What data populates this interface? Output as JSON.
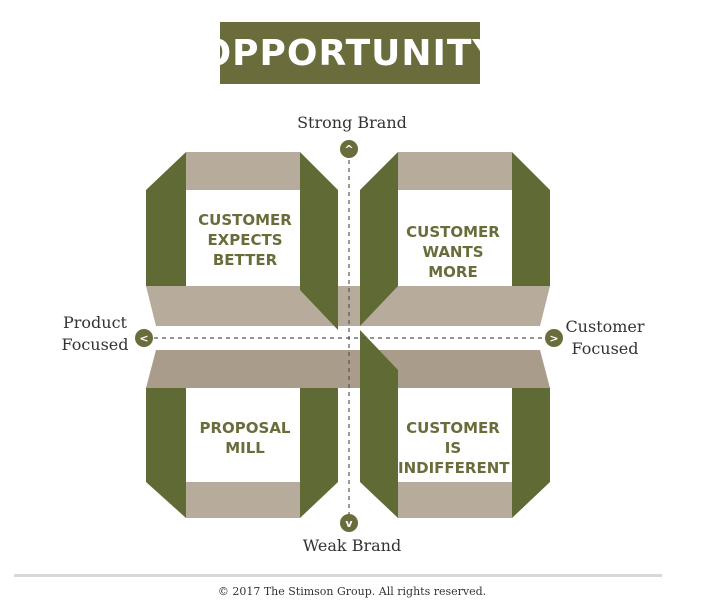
{
  "title": "OPPORTUNITY",
  "axes": {
    "top": "Strong Brand",
    "bottom": "Weak Brand",
    "left": [
      "Product",
      "Focused"
    ],
    "right": [
      "Customer",
      "Focused"
    ]
  },
  "quadrants": {
    "top_left": [
      "CUSTOMER",
      "EXPECTS",
      "BETTER"
    ],
    "top_right": [
      "CUSTOMER",
      "WANTS MORE"
    ],
    "bottom_left": [
      "PROPOSAL",
      "MILL"
    ],
    "bottom_right": [
      "CUSTOMER IS",
      "INDIFFERENT"
    ]
  },
  "arrows": {
    "up": "^",
    "down": "v",
    "left": "<",
    "right": ">"
  },
  "footer": "© 2017 The Stimson Group.  All rights reserved.",
  "colors": {
    "olive": "#5f6a35",
    "taupe": "#b7ab9b",
    "title_bg": "#6a6c3c"
  }
}
